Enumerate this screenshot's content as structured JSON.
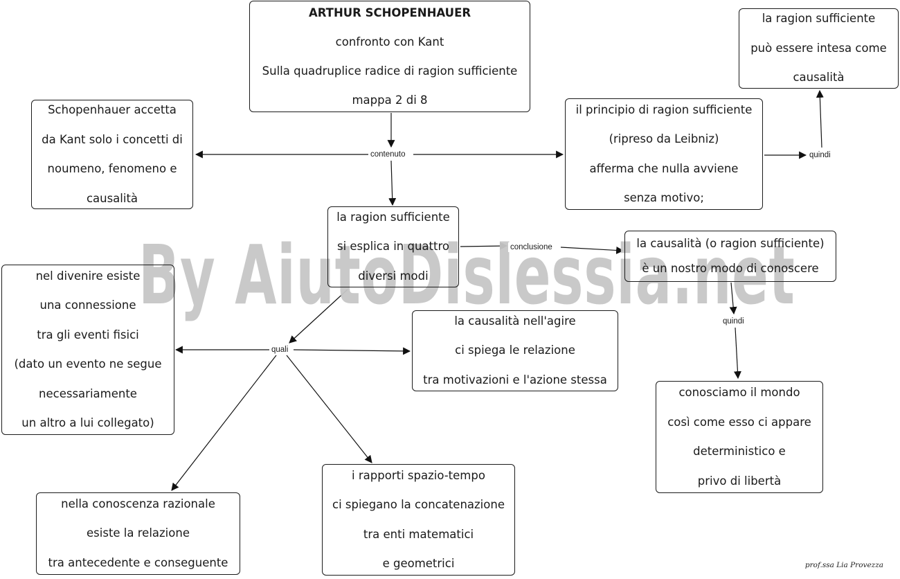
{
  "watermark": "By AiutoDislessia.net",
  "signature": "prof.ssa Lia Provezza",
  "nodes": {
    "title": [
      "ARTHUR SCHOPENHAUER",
      "confronto con Kant",
      "Sulla quadruplice radice di ragion sufficiente",
      "mappa 2 di 8"
    ],
    "kant": [
      "Schopenhauer accetta",
      "da Kant solo i concetti di",
      "noumeno, fenomeno e",
      "causalità"
    ],
    "principio": [
      "il principio di ragion sufficiente",
      "(ripreso da Leibniz)",
      "afferma che nulla avviene",
      "senza motivo;"
    ],
    "causalita_top": [
      "la ragion sufficiente",
      "può essere intesa come",
      "causalità"
    ],
    "quattro_modi": [
      "la ragion sufficiente",
      "si esplica in quattro",
      "diversi modi"
    ],
    "nostro_modo": [
      "la causalità (o ragion sufficiente)",
      "è un nostro modo di conoscere"
    ],
    "divenire": [
      "nel divenire esiste",
      "una connessione",
      "tra gli eventi fisici",
      "(dato un evento ne segue",
      "necessariamente",
      "un altro a lui collegato)"
    ],
    "agire": [
      "la causalità nell'agire",
      "ci spiega le relazione",
      "tra motivazioni e l'azione stessa"
    ],
    "mondo": [
      "conosciamo il mondo",
      "così come esso ci appare",
      "deterministico e",
      "privo di libertà"
    ],
    "razionale": [
      "nella conoscenza razionale",
      "esiste la relazione",
      "tra antecedente e conseguente"
    ],
    "spazio_tempo": [
      "i rapporti spazio-tempo",
      "ci spiegano la concatenazione",
      "tra enti matematici",
      "e geometrici"
    ]
  },
  "edge_labels": {
    "contenuto": "contenuto",
    "quindi_1": "quindi",
    "conclusione": "conclusione",
    "quindi_2": "quindi",
    "quali": "quali"
  }
}
